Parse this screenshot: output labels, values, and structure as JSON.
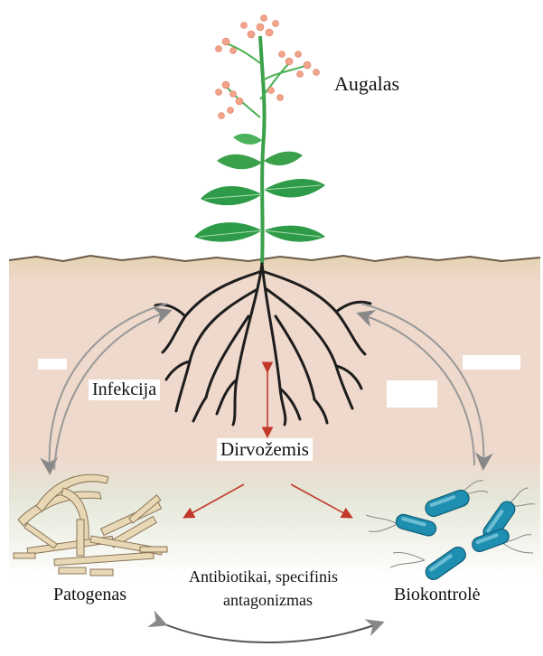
{
  "labels": {
    "plant": "Augalas",
    "infection": "Infekcija",
    "soil": "Dirvožemis",
    "pathogen": "Patogenas",
    "biocontrol": "Biokontrolė",
    "antibiotics_line1": "Antibiotikai, specifinis",
    "antibiotics_line2": "antagonizmas"
  },
  "colors": {
    "ground_top": "#e8d8b8",
    "soil_band": "#efd9cc",
    "lower_soil": "#e3e6d7",
    "roots": "#1d1d1d",
    "stem": "#3aa04a",
    "leaf": "#2e9b48",
    "flower": "#f2a48a",
    "bacteria": "#1e8fb0",
    "arrow_red": "#c0392b",
    "arrow_gray": "#8c8c8c",
    "hyphae": "#c9b48f"
  },
  "icons": [
    "plant",
    "roots",
    "fungal-hyphae",
    "bacteria"
  ]
}
